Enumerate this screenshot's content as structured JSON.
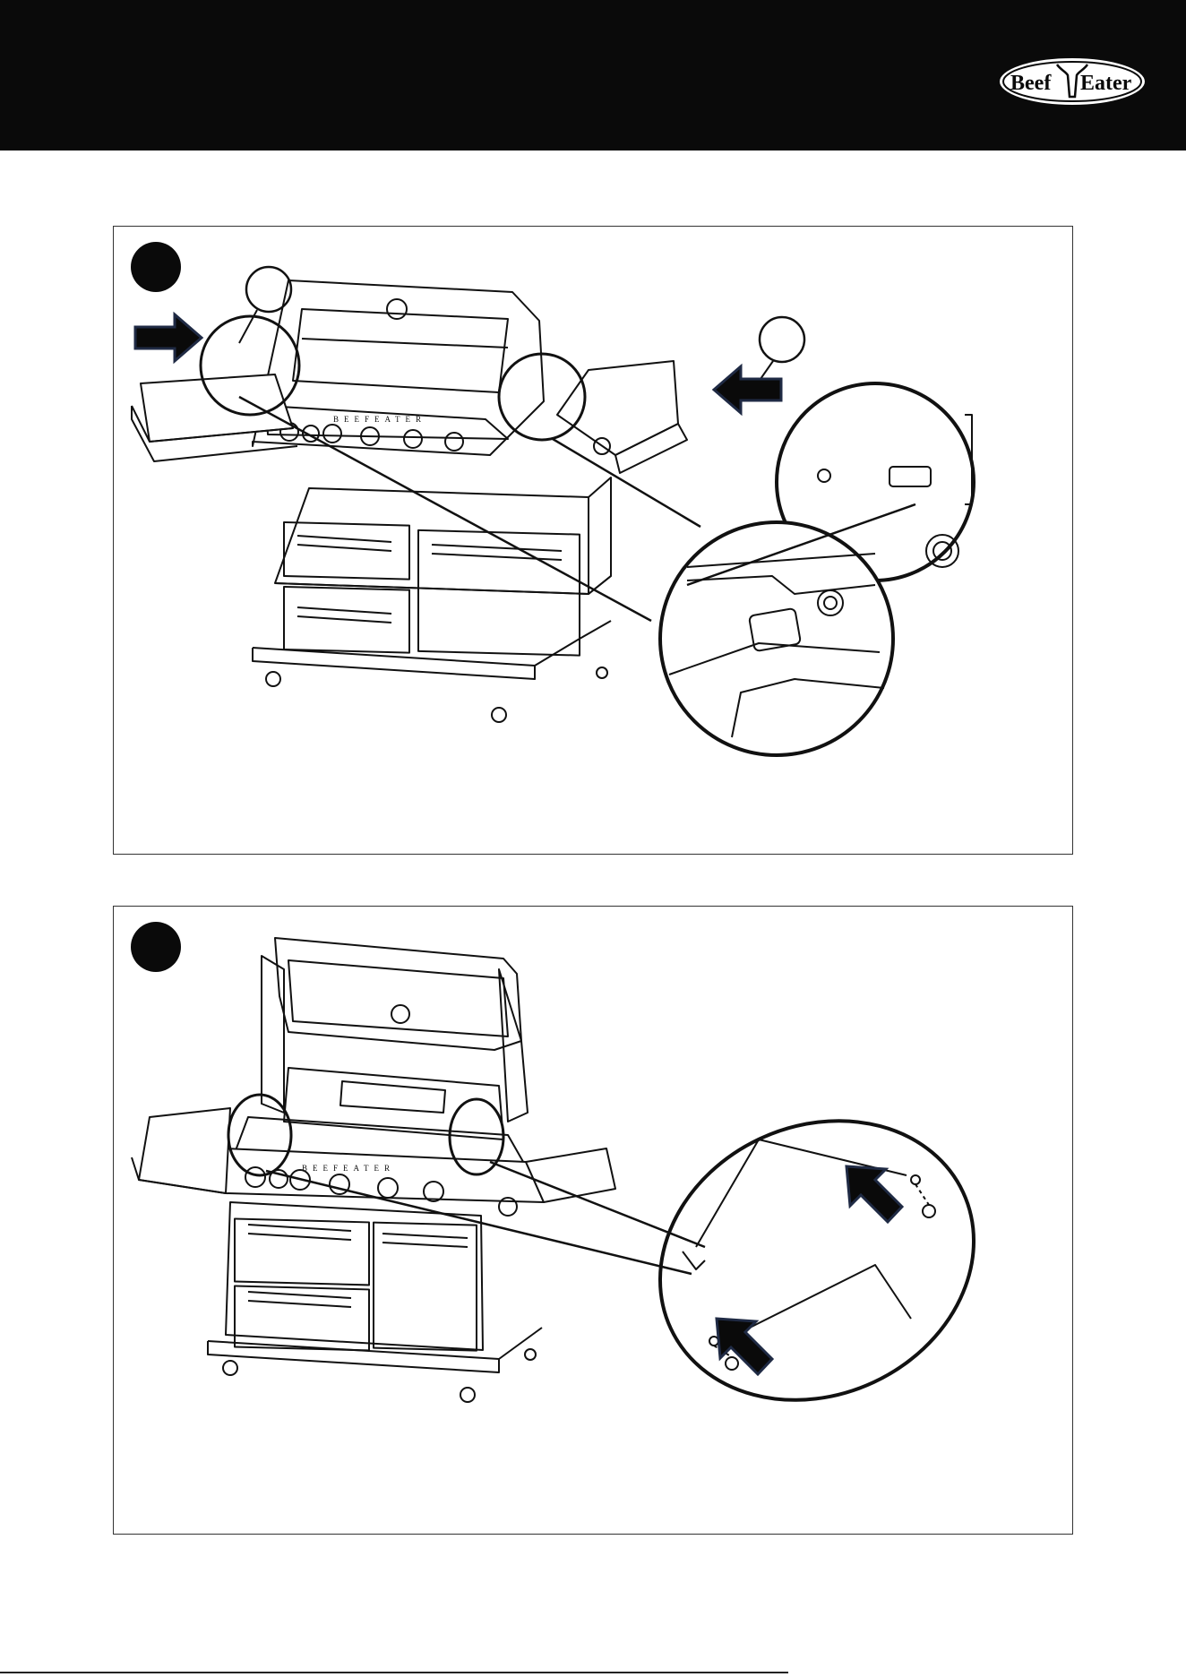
{
  "header": {
    "logo": {
      "left_word": "Beef",
      "right_word": "Eater"
    }
  },
  "steps": [
    {
      "number": "",
      "callouts": [
        "",
        ""
      ],
      "control_panel_brand": "BEEFEATER",
      "arrow_color": "#1f2a44"
    },
    {
      "number": "",
      "control_panel_brand": "BEEFEATER",
      "arrow_color": "#1f2a44"
    }
  ],
  "footer": {
    "text": ""
  }
}
